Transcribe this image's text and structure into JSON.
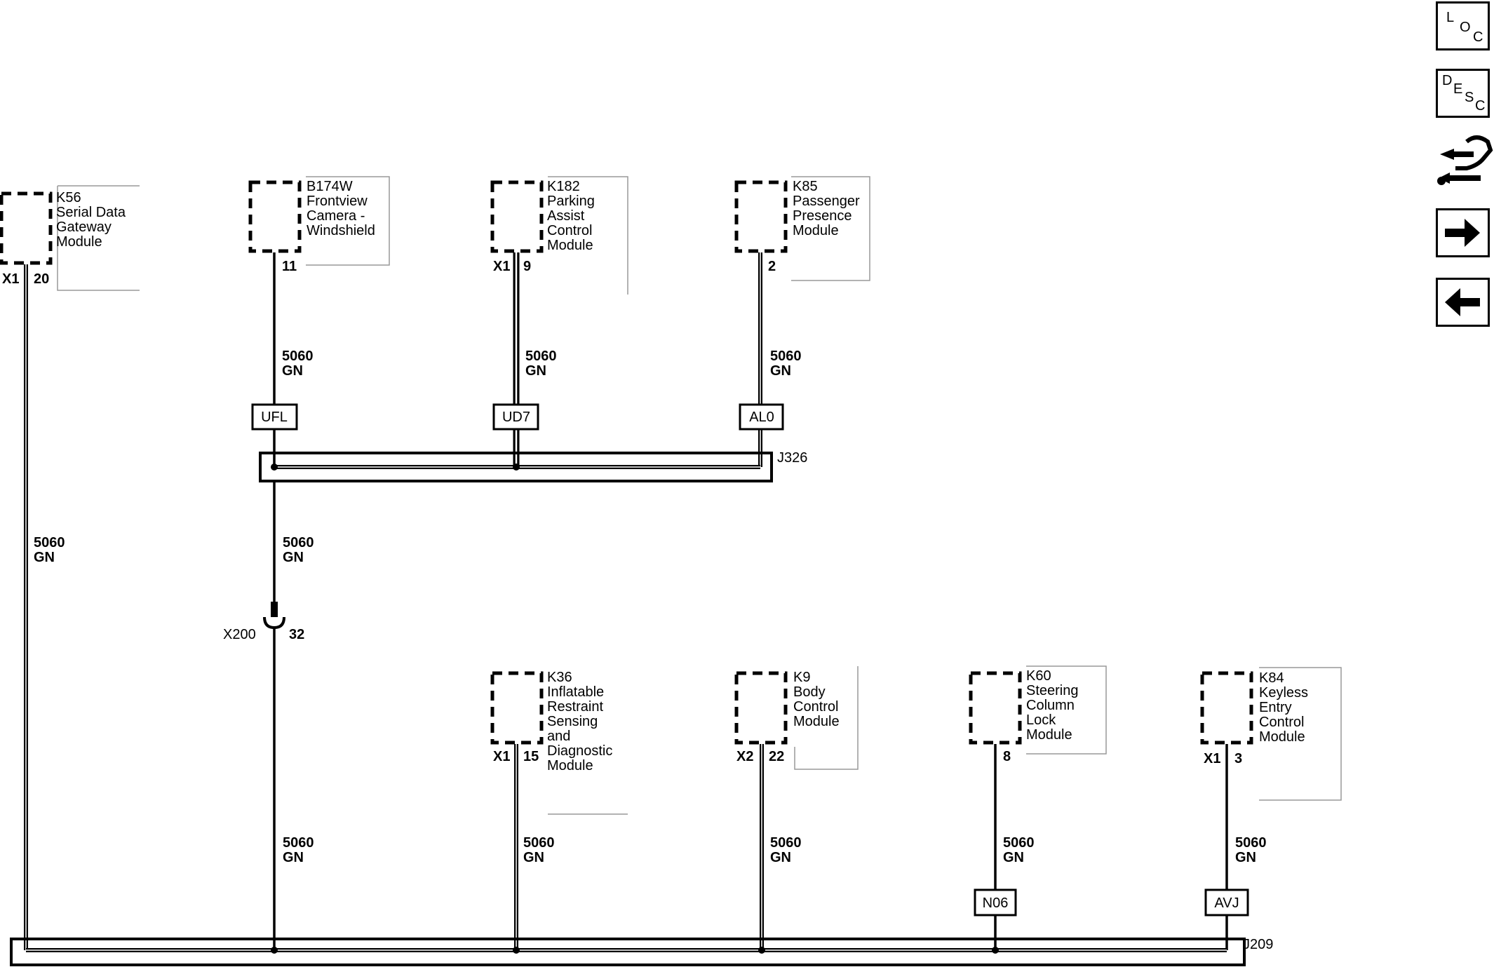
{
  "modules": [
    {
      "id": "K56",
      "name_lines": [
        "Serial Data",
        "Gateway",
        "Module"
      ],
      "connector": "X1",
      "pin": "20"
    },
    {
      "id": "B174W",
      "name_lines": [
        "Frontview",
        "Camera -",
        "Windshield"
      ],
      "connector": "",
      "pin": "11"
    },
    {
      "id": "K182",
      "name_lines": [
        "Parking",
        "Assist",
        "Control",
        "Module"
      ],
      "connector": "X1",
      "pin": "9"
    },
    {
      "id": "K85",
      "name_lines": [
        "Passenger",
        "Presence",
        "Module"
      ],
      "connector": "",
      "pin": "2"
    },
    {
      "id": "K36",
      "name_lines": [
        "Inflatable",
        "Restraint",
        "Sensing",
        "and",
        "Diagnostic",
        "Module"
      ],
      "connector": "X1",
      "pin": "15"
    },
    {
      "id": "K9",
      "name_lines": [
        "Body",
        "Control",
        "Module"
      ],
      "connector": "X2",
      "pin": "22"
    },
    {
      "id": "K60",
      "name_lines": [
        "Steering",
        "Column",
        "Lock",
        "Module"
      ],
      "connector": "",
      "pin": "8"
    },
    {
      "id": "K84",
      "name_lines": [
        "Keyless",
        "Entry",
        "Control",
        "Module"
      ],
      "connector": "X1",
      "pin": "3"
    }
  ],
  "wire": {
    "circuit": "5060",
    "color": "GN"
  },
  "option_codes": [
    "UFL",
    "UD7",
    "AL0",
    "N06",
    "AVJ"
  ],
  "splices": [
    "J326",
    "J209"
  ],
  "inline_connector": {
    "id": "X200",
    "pin": "32"
  },
  "nav_buttons": {
    "loc": [
      "L",
      "O",
      "C"
    ],
    "desc": [
      "D",
      "E",
      "S",
      "C"
    ]
  }
}
